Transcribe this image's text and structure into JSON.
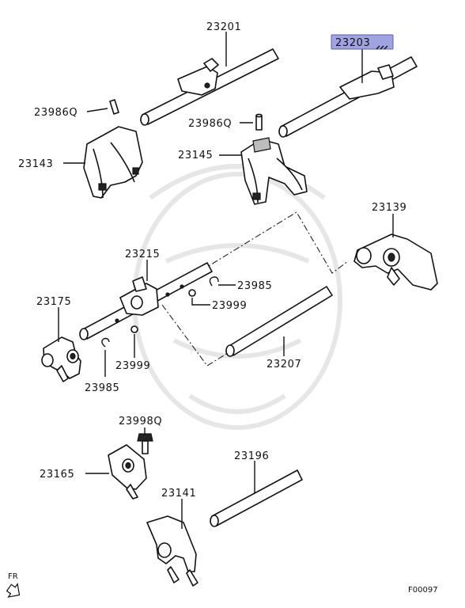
{
  "parts": {
    "p23201": "23201",
    "p23203": "23203",
    "p23986q_a": "23986Q",
    "p23986q_b": "23986Q",
    "p23143": "23143",
    "p23145": "23145",
    "p23139": "23139",
    "p23215": "23215",
    "p23985_a": "23985",
    "p23999_a": "23999",
    "p23175": "23175",
    "p23999_b": "23999",
    "p23207": "23207",
    "p23985_b": "23985",
    "p23998q": "23998Q",
    "p23196": "23196",
    "p23165": "23165",
    "p23141": "23141"
  },
  "footer": {
    "direction": "FR",
    "figure_code": "F00097"
  },
  "colors": {
    "highlight": "#9fa3e0",
    "ink": "#111111",
    "watermark": "#e6e6e6"
  }
}
